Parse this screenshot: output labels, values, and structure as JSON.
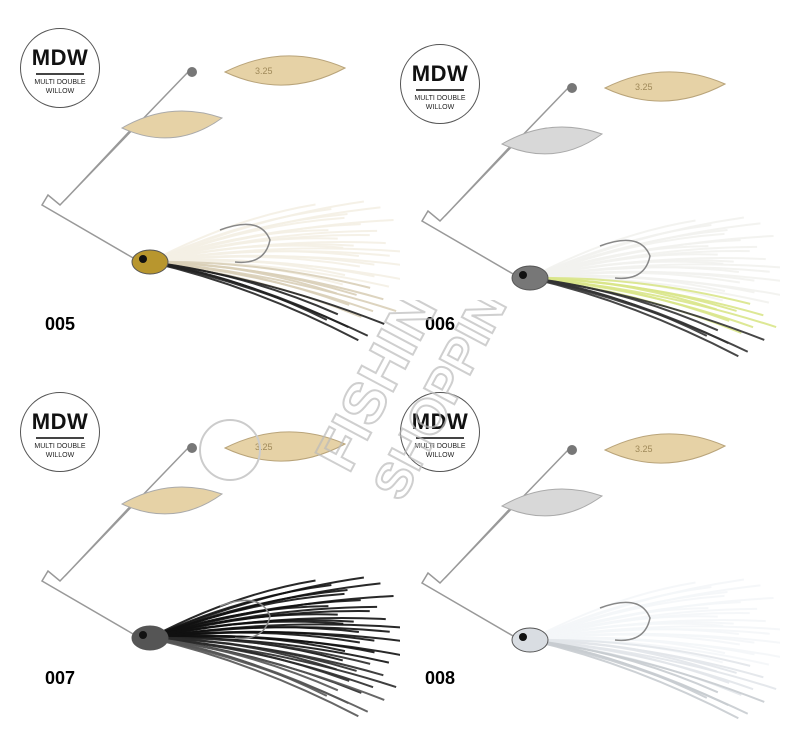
{
  "badge": {
    "title": "MDW",
    "subtitle": "MULTI DOUBLE WILLOW"
  },
  "blade_marking": "3.25",
  "watermark": {
    "line1": "FISHING",
    "line2": "SHOPPING"
  },
  "products": [
    {
      "code": "005",
      "blades": [
        "#e6d2a6",
        "#e6d2a6"
      ],
      "skirt": [
        "#f4efe4",
        "#d9cfb8",
        "#222222"
      ],
      "head": "#b8962e"
    },
    {
      "code": "006",
      "blades": [
        "#e6d2a6",
        "#d8d8d8"
      ],
      "skirt": [
        "#f2f2ee",
        "#d9e58a",
        "#333333"
      ],
      "head": "#777777"
    },
    {
      "code": "007",
      "blades": [
        "#e6d2a6",
        "#e6d2a6"
      ],
      "skirt": [
        "#111111",
        "#2a2a2a",
        "#555555"
      ],
      "head": "#555555"
    },
    {
      "code": "008",
      "blades": [
        "#e6d2a6",
        "#d8d8d8"
      ],
      "skirt": [
        "#f4f6f8",
        "#e2e6ea",
        "#c8ccd0"
      ],
      "head": "#d9dde2"
    }
  ]
}
